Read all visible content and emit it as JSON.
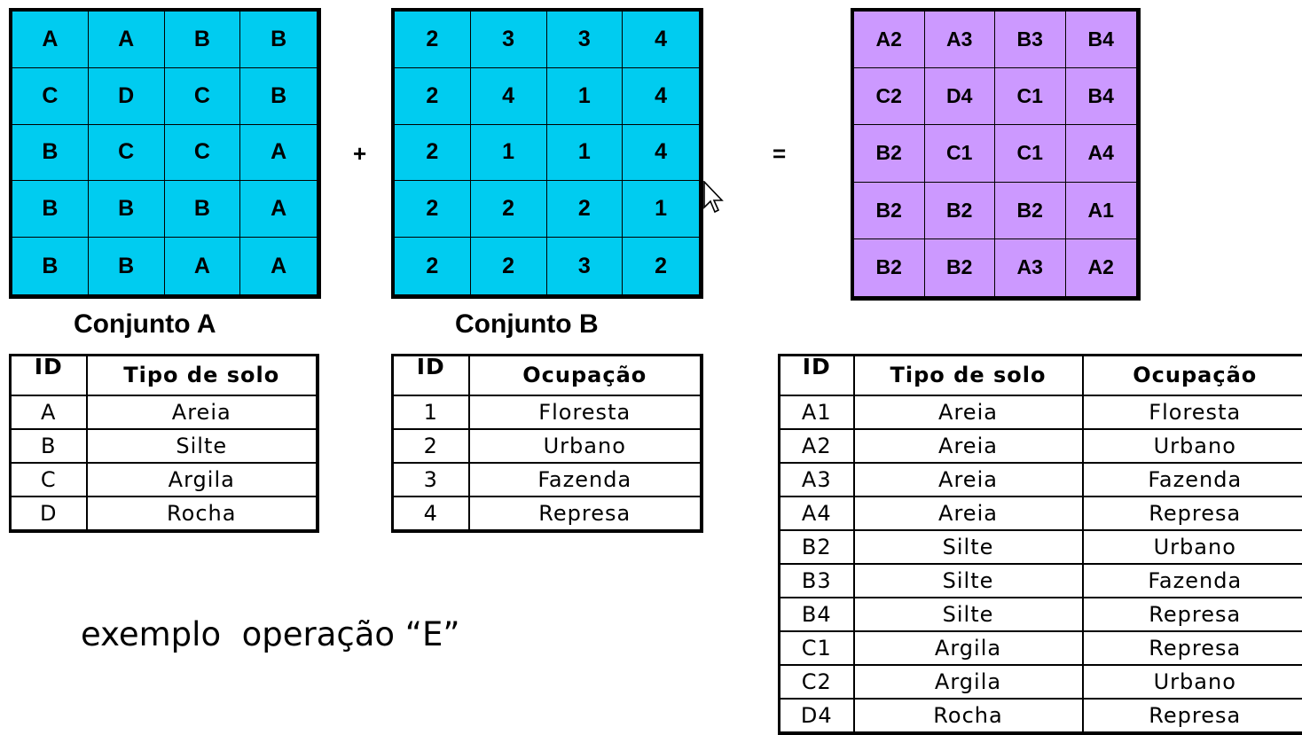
{
  "set_a": {
    "caption": "Conjunto A",
    "cells": [
      [
        "A",
        "A",
        "B",
        "B"
      ],
      [
        "C",
        "D",
        "C",
        "B"
      ],
      [
        "B",
        "C",
        "C",
        "A"
      ],
      [
        "B",
        "B",
        "B",
        "A"
      ],
      [
        "B",
        "B",
        "A",
        "A"
      ]
    ],
    "color": "#00ccf0",
    "legend": {
      "headers": [
        "ID",
        "Tipo de solo"
      ],
      "rows": [
        [
          "A",
          "Areia"
        ],
        [
          "B",
          "Silte"
        ],
        [
          "C",
          "Argila"
        ],
        [
          "D",
          "Rocha"
        ]
      ]
    }
  },
  "set_b": {
    "caption": "Conjunto B",
    "cells": [
      [
        "2",
        "3",
        "3",
        "4"
      ],
      [
        "2",
        "4",
        "1",
        "4"
      ],
      [
        "2",
        "1",
        "1",
        "4"
      ],
      [
        "2",
        "2",
        "2",
        "1"
      ],
      [
        "2",
        "2",
        "3",
        "2"
      ]
    ],
    "color": "#00ccf0",
    "legend": {
      "headers": [
        "ID",
        "Ocupação"
      ],
      "rows": [
        [
          "1",
          "Floresta"
        ],
        [
          "2",
          "Urbano"
        ],
        [
          "3",
          "Fazenda"
        ],
        [
          "4",
          "Represa"
        ]
      ]
    }
  },
  "operators": {
    "plus": "+",
    "equals": "="
  },
  "result": {
    "cells": [
      [
        "A2",
        "A3",
        "B3",
        "B4"
      ],
      [
        "C2",
        "D4",
        "C1",
        "B4"
      ],
      [
        "B2",
        "C1",
        "C1",
        "A4"
      ],
      [
        "B2",
        "B2",
        "B2",
        "A1"
      ],
      [
        "B2",
        "B2",
        "A3",
        "A2"
      ]
    ],
    "color": "#cc99ff",
    "legend": {
      "headers": [
        "ID",
        "Tipo de solo",
        "Ocupação"
      ],
      "rows": [
        [
          "A1",
          "Areia",
          "Floresta"
        ],
        [
          "A2",
          "Areia",
          "Urbano"
        ],
        [
          "A3",
          "Areia",
          "Fazenda"
        ],
        [
          "A4",
          "Areia",
          "Represa"
        ],
        [
          "B2",
          "Silte",
          "Urbano"
        ],
        [
          "B3",
          "Silte",
          "Fazenda"
        ],
        [
          "B4",
          "Silte",
          "Represa"
        ],
        [
          "C1",
          "Argila",
          "Represa"
        ],
        [
          "C2",
          "Argila",
          "Urbano"
        ],
        [
          "D4",
          "Rocha",
          "Represa"
        ]
      ]
    }
  },
  "example_caption": "exemplo  operação “E”",
  "cursor_icon": "mouse-pointer-icon"
}
